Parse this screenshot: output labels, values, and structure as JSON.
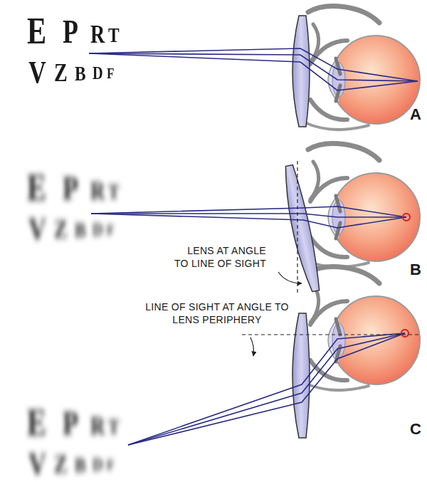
{
  "diagram": {
    "labels": [
      "E",
      "P",
      "R",
      "T",
      "V",
      "Z",
      "B",
      "D",
      "F",
      "A",
      "E",
      "P",
      "R",
      "T",
      "V",
      "Z",
      "B",
      "D",
      "F",
      "LENS AT ANGLE TO LINE OF SIGHT",
      "B",
      "E",
      "P",
      "R",
      "T",
      "V",
      "Z",
      "B",
      "D",
      "F",
      "LINE OF SIGHT AT ANGLE TO LENS PERIPHERY",
      "C"
    ]
  }
}
